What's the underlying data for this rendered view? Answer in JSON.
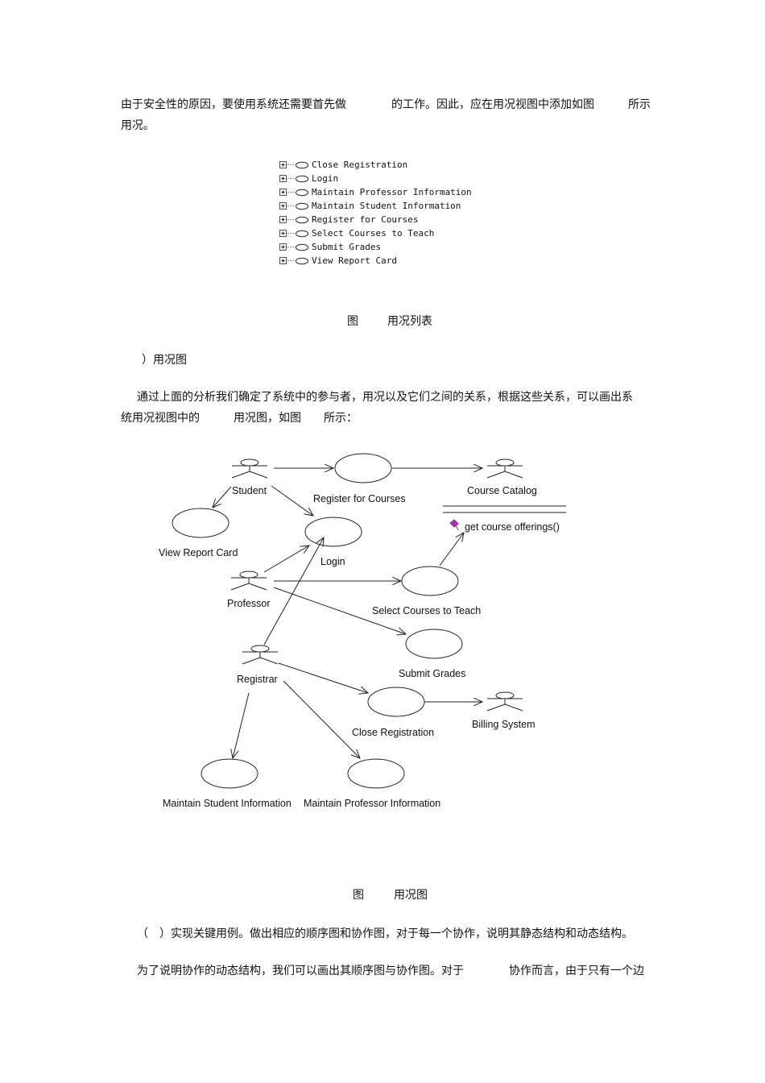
{
  "paragraphs": {
    "p1_line1": "由于安全性的原因，要使用系统还需要首先做　　　　的工作。因此，应在用况视图中添加如图　　　所示",
    "p1_line2": "用况。",
    "fig1_label": "图",
    "fig1_caption": "用况列表",
    "section_heading": "）用况图",
    "p2_line1": "通过上面的分析我们确定了系统中的参与者，用况以及它们之间的关系，根据这些关系，可以画出系",
    "p2_line2": "统用况视图中的　　　用况图，如图　　所示：",
    "fig2_label": "图",
    "fig2_caption": "用况图",
    "p3": "（　）实现关键用例。做出相应的顺序图和协作图，对于每一个协作，说明其静态结构和动态结构。",
    "p4": "为了说明协作的动态结构，我们可以画出其顺序图与协作图。对于　　　　协作而言，由于只有一个边"
  },
  "use_case_list": [
    "Close Registration",
    "Login",
    "Maintain Professor Information",
    "Maintain Student Information",
    "Register for Courses",
    "Select Courses to Teach",
    "Submit Grades",
    "View Report Card"
  ],
  "diagram": {
    "actors": {
      "student": "Student",
      "professor": "Professor",
      "registrar": "Registrar",
      "billing": "Billing System"
    },
    "class_name": "Course Catalog",
    "class_operation": "get course offerings()",
    "use_cases": {
      "register": "Register for Courses",
      "view_report": "View Report Card",
      "login": "Login",
      "select_courses": "Select Courses to Teach",
      "submit_grades": "Submit Grades",
      "close_registration": "Close Registration",
      "maintain_student": "Maintain Student Information",
      "maintain_professor": "Maintain Professor Information"
    }
  }
}
